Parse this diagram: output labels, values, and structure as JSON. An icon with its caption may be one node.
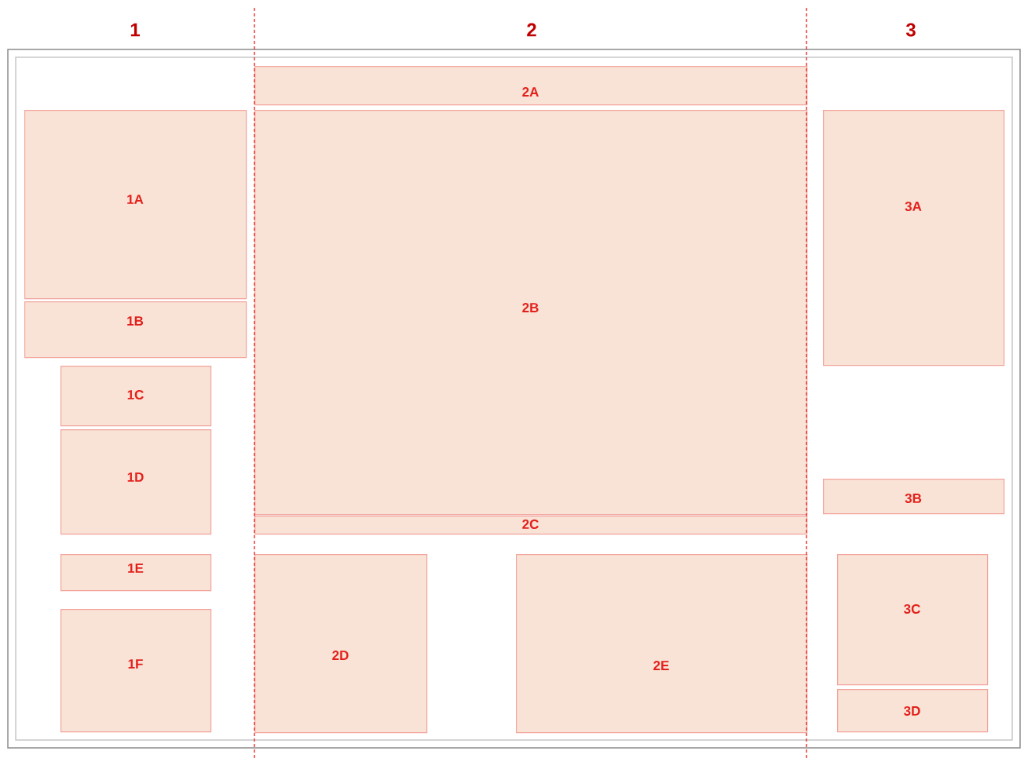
{
  "diagram": {
    "nodes": [
      {
        "text": [
          "1A"
        ]
      },
      {
        "text": [
          "1B"
        ]
      },
      {
        "text": [
          "1C"
        ]
      },
      {
        "text": [
          "1D"
        ]
      },
      {
        "text": [
          "1E"
        ]
      },
      {
        "text": [
          "1F"
        ]
      },
      {
        "text": [
          "2A"
        ]
      },
      {
        "text": [
          "2B"
        ]
      },
      {
        "text": [
          "2C"
        ]
      },
      {
        "text": [
          "2D"
        ]
      },
      {
        "text": [
          "2E"
        ]
      },
      {
        "text": [
          "3A"
        ]
      },
      {
        "text": [
          "3B"
        ]
      },
      {
        "text": [
          "3C"
        ]
      },
      {
        "text": [
          "3D"
        ]
      }
    ],
    "labels": [
      "1",
      "2",
      "3"
    ]
  }
}
